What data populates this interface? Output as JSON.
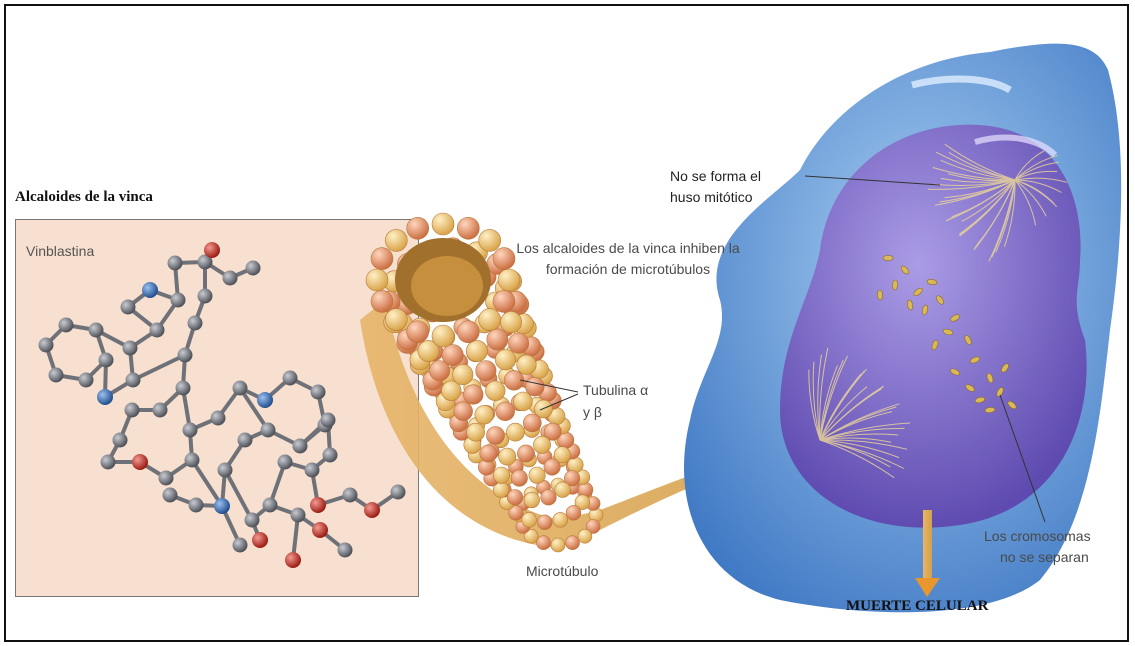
{
  "section_title": "Alcaloides de la vinca",
  "molecule": {
    "name": "Vinblastina"
  },
  "labels": {
    "inhibition": "Los alcaloides de la vinca inhiben la formación de microtúbulos",
    "tubulin_line1": "Tubulina α",
    "tubulin_line2": "y β",
    "microtubule": "Microtúbulo",
    "spindle_line1": "No se forma el",
    "spindle_line2": "huso mitótico",
    "chromosomes_line1": "Los cromosomas",
    "chromosomes_line2": "no se separan",
    "cell_death": "MUERTE CELULAR"
  },
  "colors": {
    "panel": "#f7e0cf",
    "carbon": "#7d7f86",
    "nitrogen": "#3a6fb8",
    "oxygen": "#c9352b",
    "tubulin_light": "#f3cf7f",
    "tubulin_dark": "#e4946a",
    "cell_outer": "#6a9fd6",
    "cell_inner": "#7b64c4",
    "arrow": "#e8962e"
  }
}
